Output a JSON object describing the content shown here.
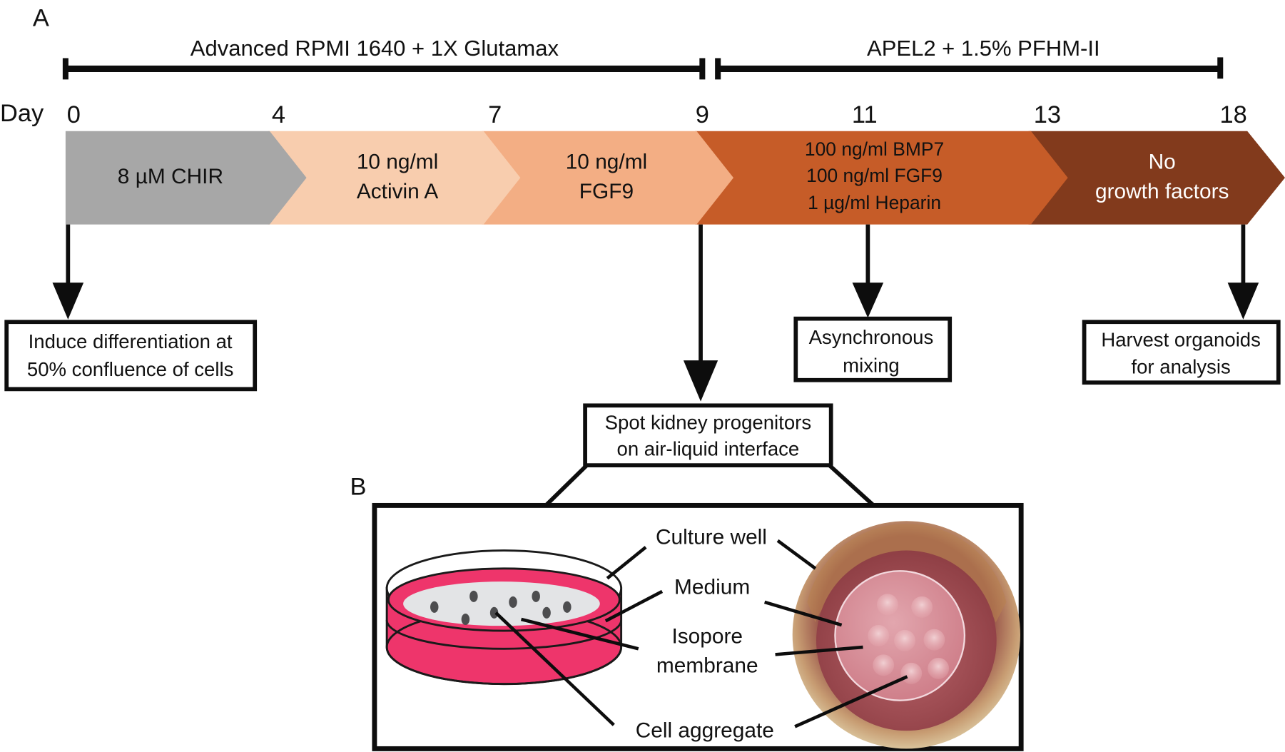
{
  "panels": {
    "a_label": "A",
    "b_label": "B"
  },
  "media": [
    {
      "label": "Advanced RPMI 1640 + 1X Glutamax",
      "from_day": 0,
      "to_day": 9
    },
    {
      "label": "APEL2 + 1.5% PFHM-II",
      "from_day": 9,
      "to_day": 18
    }
  ],
  "timeline": {
    "axis_label": "Day",
    "days": [
      "0",
      "4",
      "7",
      "9",
      "11",
      "13",
      "18"
    ]
  },
  "stages": [
    {
      "lines": [
        "8 µM CHIR"
      ],
      "color": "#a7a7a7",
      "text_color": "#111111"
    },
    {
      "lines": [
        "10 ng/ml",
        "Activin A"
      ],
      "color": "#f8cdae",
      "text_color": "#111111"
    },
    {
      "lines": [
        "10 ng/ml",
        "FGF9"
      ],
      "color": "#f3ae84",
      "text_color": "#111111"
    },
    {
      "lines": [
        "100 ng/ml BMP7",
        "100 ng/ml FGF9",
        "1 µg/ml Heparin"
      ],
      "color": "#c65c28",
      "text_color": "#111111"
    },
    {
      "lines": [
        "No",
        "growth factors"
      ],
      "color": "#823a1c",
      "text_color": "#ffffff"
    }
  ],
  "notes": [
    {
      "day": "0",
      "lines": [
        "Induce differentiation at",
        "50% confluence of cells"
      ]
    },
    {
      "day": "9",
      "lines": [
        "Spot kidney progenitors",
        "on air-liquid interface"
      ]
    },
    {
      "day": "11",
      "lines": [
        "Asynchronous",
        "mixing"
      ]
    },
    {
      "day": "18",
      "lines": [
        "Harvest organoids",
        "for analysis"
      ]
    }
  ],
  "panel_b": {
    "callouts": [
      {
        "lines": [
          "Culture well"
        ]
      },
      {
        "lines": [
          "Medium"
        ]
      },
      {
        "lines": [
          "Isopore",
          "membrane"
        ]
      },
      {
        "lines": [
          "Cell aggregate"
        ]
      }
    ],
    "colors": {
      "medium": "#ee356b",
      "membrane": "#e3e4e6",
      "aggregate": "#4d4d4f",
      "photo_rim": "#c7a77b",
      "photo_medium": "#b0585e",
      "photo_membrane": "#d98a95"
    }
  }
}
